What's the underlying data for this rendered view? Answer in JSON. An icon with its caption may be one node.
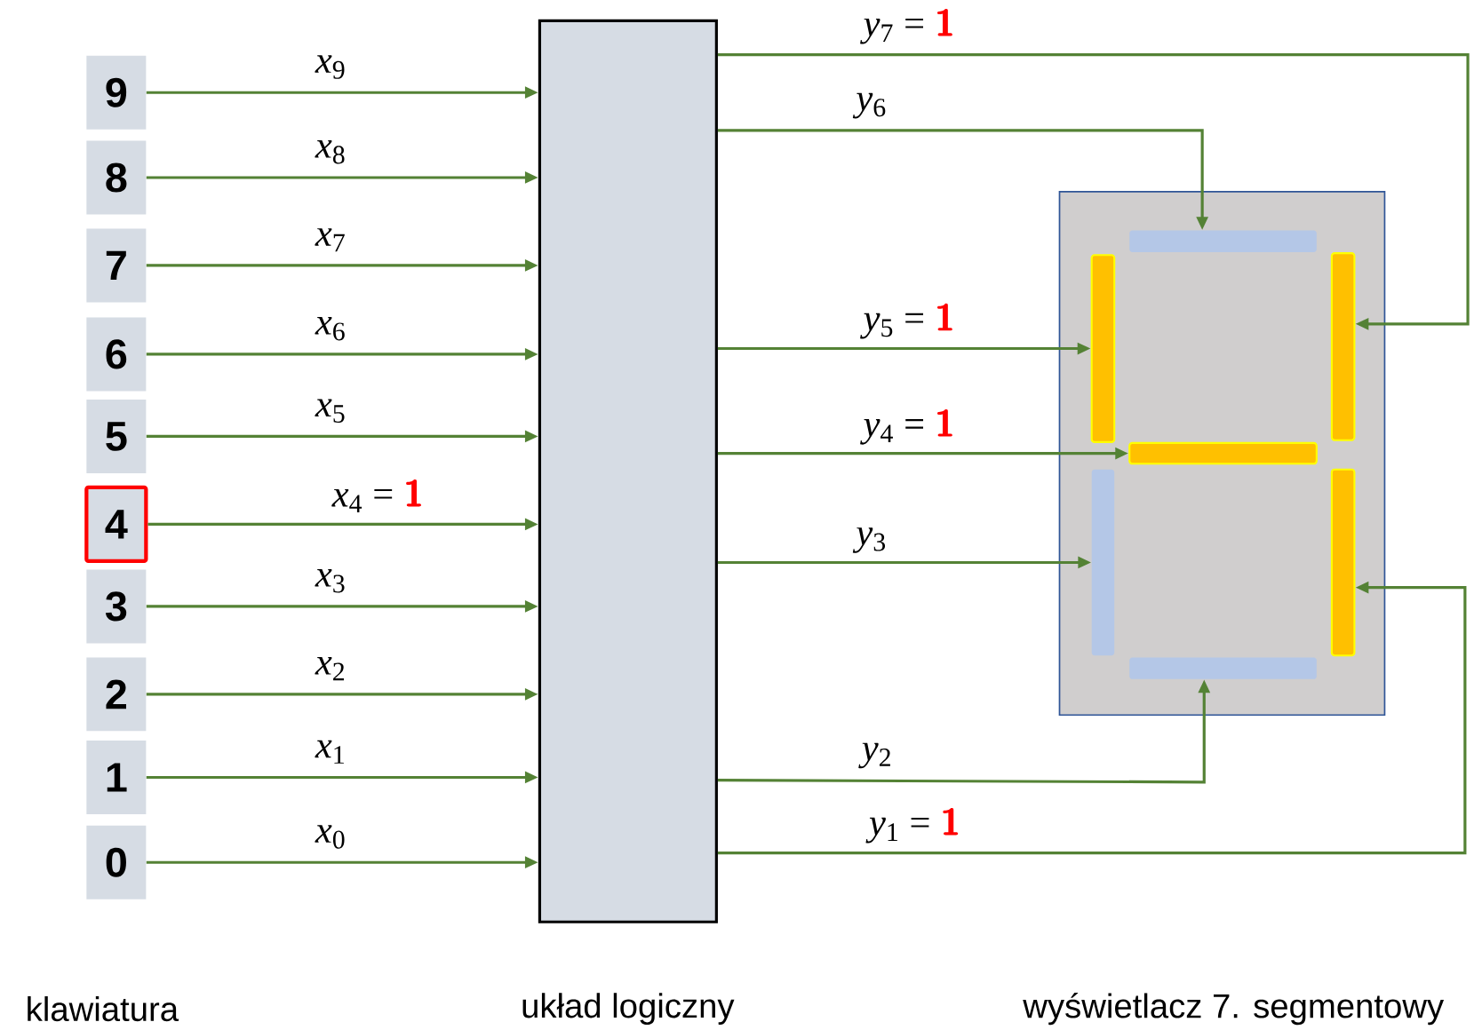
{
  "diagram": {
    "nodes": [
      {
        "text": [
          "9"
        ]
      },
      {
        "text": [
          "8"
        ]
      },
      {
        "text": [
          "7"
        ]
      },
      {
        "text": [
          "6"
        ]
      },
      {
        "text": [
          "5"
        ]
      },
      {
        "text": [
          "4"
        ]
      },
      {
        "text": [
          "3"
        ]
      },
      {
        "text": [
          "2"
        ]
      },
      {
        "text": [
          "1"
        ]
      },
      {
        "text": [
          "0"
        ]
      },
      {
        "text": [],
        "shape": "box"
      },
      {
        "text": [],
        "shape": "box"
      },
      {
        "text": [],
        "shape": "bar",
        "in": 11
      },
      {
        "text": [],
        "shape": "bar",
        "in": 11
      },
      {
        "text": [],
        "shape": "bar",
        "in": 11
      },
      {
        "text": [],
        "shape": "bar",
        "in": 11
      },
      {
        "text": [],
        "shape": "bar",
        "in": 11
      },
      {
        "text": [],
        "shape": "bar",
        "in": 11
      },
      {
        "text": [],
        "shape": "bar",
        "in": 11
      }
    ],
    "edges": [
      {
        "from": 0,
        "to": 10,
        "arrow": "to",
        "label": "*x*$_{9}$"
      },
      {
        "from": 1,
        "to": 10,
        "arrow": "to",
        "label": "*x*$_{8}$"
      },
      {
        "from": 2,
        "to": 10,
        "arrow": "to",
        "label": "*x*$_{7}$"
      },
      {
        "from": 3,
        "to": 10,
        "arrow": "to",
        "label": "*x*$_{6}$"
      },
      {
        "from": 4,
        "to": 10,
        "arrow": "to",
        "label": "*x*$_{5}$"
      },
      {
        "from": 5,
        "to": 10,
        "arrow": "to",
        "label": "*x*$_{4}$ = **1**"
      },
      {
        "from": 6,
        "to": 10,
        "arrow": "to",
        "label": "*x*$_{3}$"
      },
      {
        "from": 7,
        "to": 10,
        "arrow": "to",
        "label": "*x*$_{2}$"
      },
      {
        "from": 8,
        "to": 10,
        "arrow": "to",
        "label": "*x*$_{1}$"
      },
      {
        "from": 9,
        "to": 10,
        "arrow": "to",
        "label": "*x*$_{0}$"
      },
      {
        "from": 10,
        "to": 14,
        "arrow": "to",
        "label": "*y*$_{7}$ = **1**"
      },
      {
        "from": 10,
        "to": 12,
        "arrow": "to",
        "label": "*y*$_{6}$"
      },
      {
        "from": 10,
        "to": 13,
        "arrow": "to",
        "label": "*y*$_{5}$ = **1**"
      },
      {
        "from": 10,
        "to": 15,
        "arrow": "to",
        "label": "*y*$_{4}$ = **1**"
      },
      {
        "from": 10,
        "to": 16,
        "arrow": "to",
        "label": "*y*$_{3}$"
      },
      {
        "from": 10,
        "to": 18,
        "arrow": "to",
        "label": "*y*$_{2}$"
      },
      {
        "from": 10,
        "to": 17,
        "arrow": "to",
        "label": "*y*$_{1}$ = **1**"
      }
    ],
    "labels": [
      "klawiatura",
      "układ logiczny",
      "wyświetlacz 7. segmentowy"
    ]
  }
}
